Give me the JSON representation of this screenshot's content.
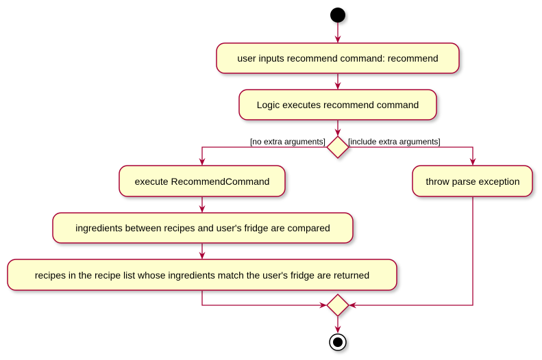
{
  "diagram": {
    "type": "activity-diagram",
    "colors": {
      "node_fill": "#FEFECE",
      "node_stroke": "#A80036",
      "edge": "#A80036",
      "start_end": "#000000"
    },
    "nodes": {
      "user_input": "user inputs recommend command: recommend",
      "logic_exec": "Logic executes recommend command",
      "exec_cmd": "execute RecommendCommand",
      "compare": "ingredients between recipes and user's fridge are compared",
      "returned": "recipes in the recipe list whose ingredients match the user's fridge are returned",
      "throw_ex": "throw parse exception"
    },
    "guards": {
      "no_extra": "[no extra arguments]",
      "include_extra": "[include extra arguments]"
    }
  }
}
